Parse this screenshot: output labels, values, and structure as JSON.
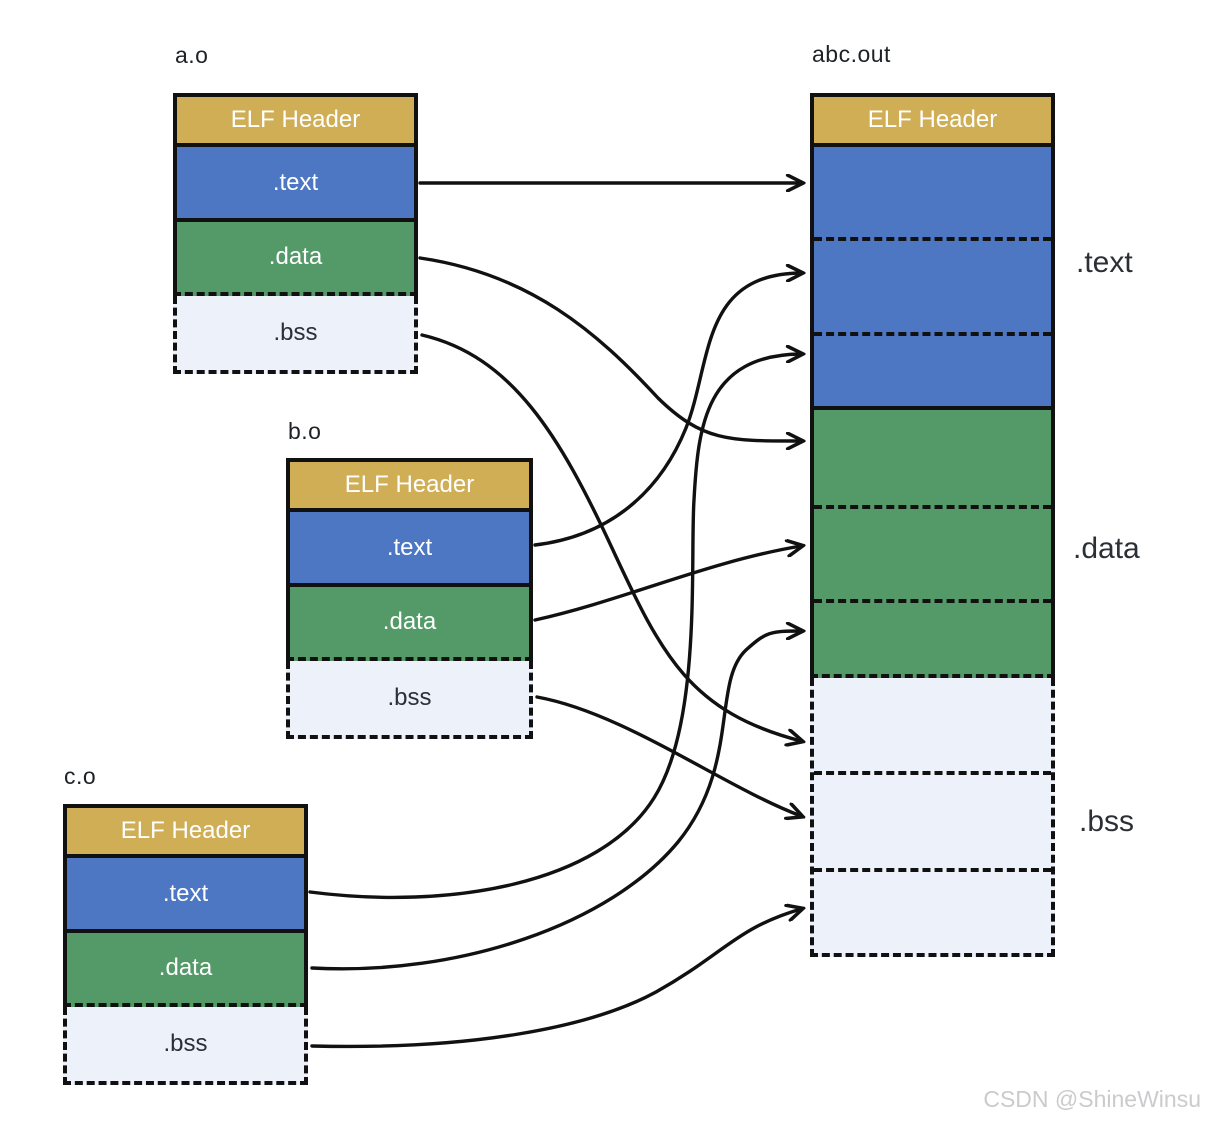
{
  "colors": {
    "elf-header-fill": "#CFAE55",
    "text-fill": "#4E77C3",
    "data-fill": "#549A68",
    "bss-fill": "#EDF1F9",
    "line": "#111111",
    "label-dark": "#2B2F36",
    "label-light": "#FFFFFF",
    "watermark": "#CBCBCE",
    "background": "#FFFFFF"
  },
  "object_files": [
    {
      "title": "a.o",
      "sections": {
        "header": "ELF Header",
        "text": ".text",
        "data": ".data",
        "bss": ".bss"
      }
    },
    {
      "title": "b.o",
      "sections": {
        "header": "ELF Header",
        "text": ".text",
        "data": ".data",
        "bss": ".bss"
      }
    },
    {
      "title": "c.o",
      "sections": {
        "header": "ELF Header",
        "text": ".text",
        "data": ".data",
        "bss": ".bss"
      }
    }
  ],
  "output_file": {
    "title": "abc.out",
    "header": "ELF Header",
    "segments": [
      {
        "label": ".text"
      },
      {
        "label": ".data"
      },
      {
        "label": ".bss"
      }
    ]
  },
  "connections": [
    {
      "from": "a.o .text",
      "to": "abc.out .text (part 1)"
    },
    {
      "from": "b.o .text",
      "to": "abc.out .text (part 2)"
    },
    {
      "from": "c.o .text",
      "to": "abc.out .text (part 3)"
    },
    {
      "from": "a.o .data",
      "to": "abc.out .data (part 1)"
    },
    {
      "from": "b.o .data",
      "to": "abc.out .data (part 2)"
    },
    {
      "from": "c.o .data",
      "to": "abc.out .data (part 3)"
    },
    {
      "from": "a.o .bss",
      "to": "abc.out .bss (part 1)"
    },
    {
      "from": "b.o .bss",
      "to": "abc.out .bss (part 2)"
    },
    {
      "from": "c.o .bss",
      "to": "abc.out .bss (part 3)"
    }
  ],
  "watermark": {
    "text": "CSDN @ShineWinsu"
  }
}
